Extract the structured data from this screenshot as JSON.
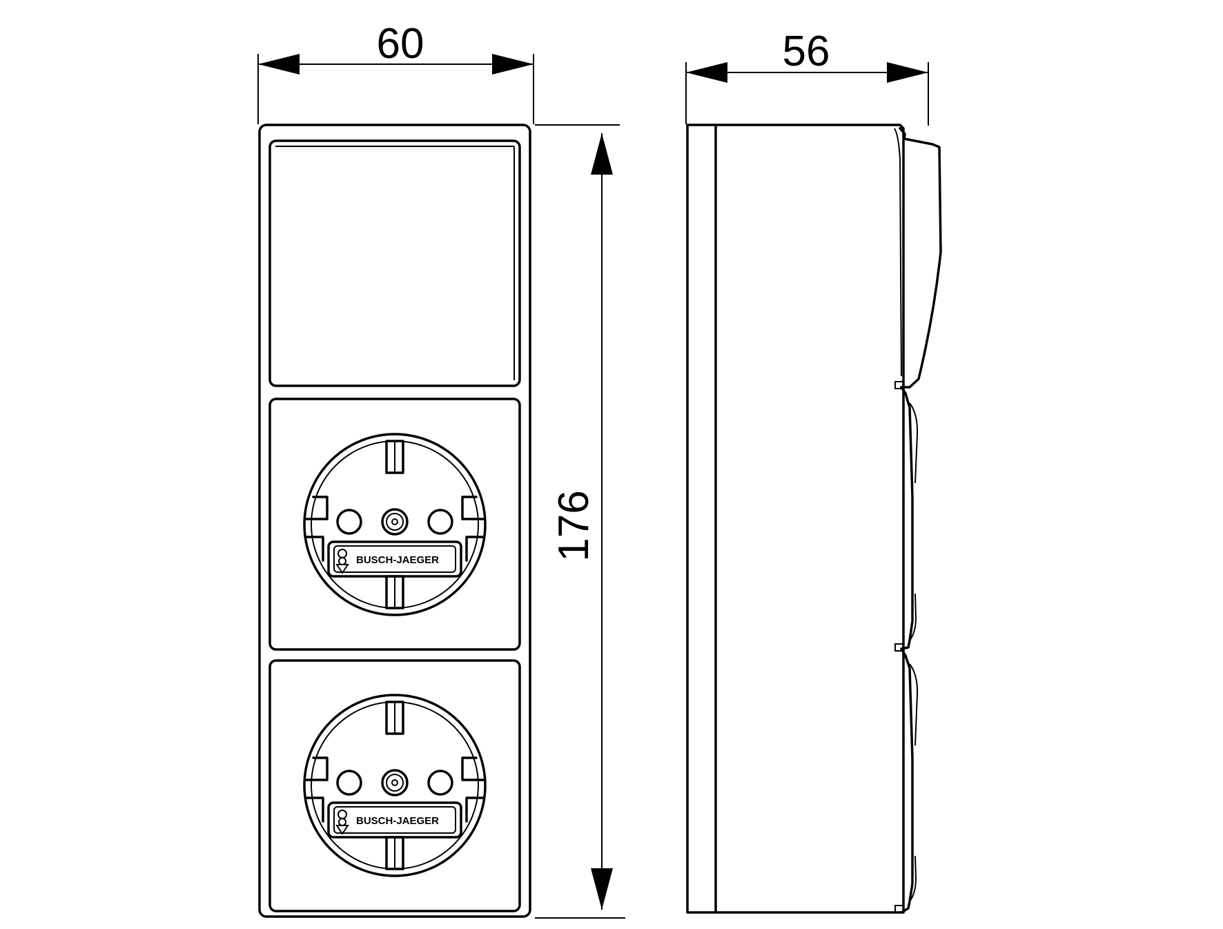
{
  "dimensions": {
    "front_width": "60",
    "side_depth": "56",
    "height": "176"
  },
  "socket_brand": "BUSCH-JAEGER",
  "colors": {
    "line": "#000000",
    "background": "#ffffff"
  }
}
